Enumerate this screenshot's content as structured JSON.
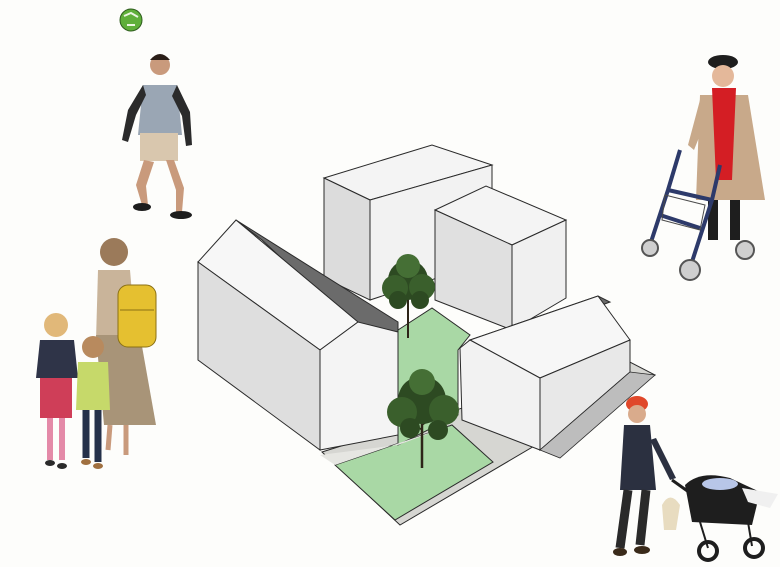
{
  "scene": {
    "background": "#fdfdfb",
    "colors": {
      "ground": "#e4e4e0",
      "courtyard_green": "#a9d8a5",
      "wall_light": "#f4f4f4",
      "wall_shade": "#dcdcdc",
      "roof_dark": "#6b6b6b",
      "outline": "#2a2a2a",
      "tree": "#2d4a22"
    },
    "buildings": [
      {
        "name": "gable-house-left",
        "type": "gabled"
      },
      {
        "name": "tower-block-center",
        "type": "block"
      },
      {
        "name": "tower-block-right",
        "type": "block"
      },
      {
        "name": "gable-house-right",
        "type": "gabled"
      }
    ],
    "trees": [
      "courtyard-tree-back",
      "courtyard-tree-front"
    ],
    "people": [
      {
        "name": "boy-playing-football",
        "prop": "ball-icon"
      },
      {
        "name": "mother-with-two-girls",
        "prop": "backpack-icon"
      },
      {
        "name": "elderly-woman-with-walker",
        "prop": "walker-icon"
      },
      {
        "name": "man-pushing-stroller",
        "prop": "stroller-icon"
      }
    ]
  }
}
